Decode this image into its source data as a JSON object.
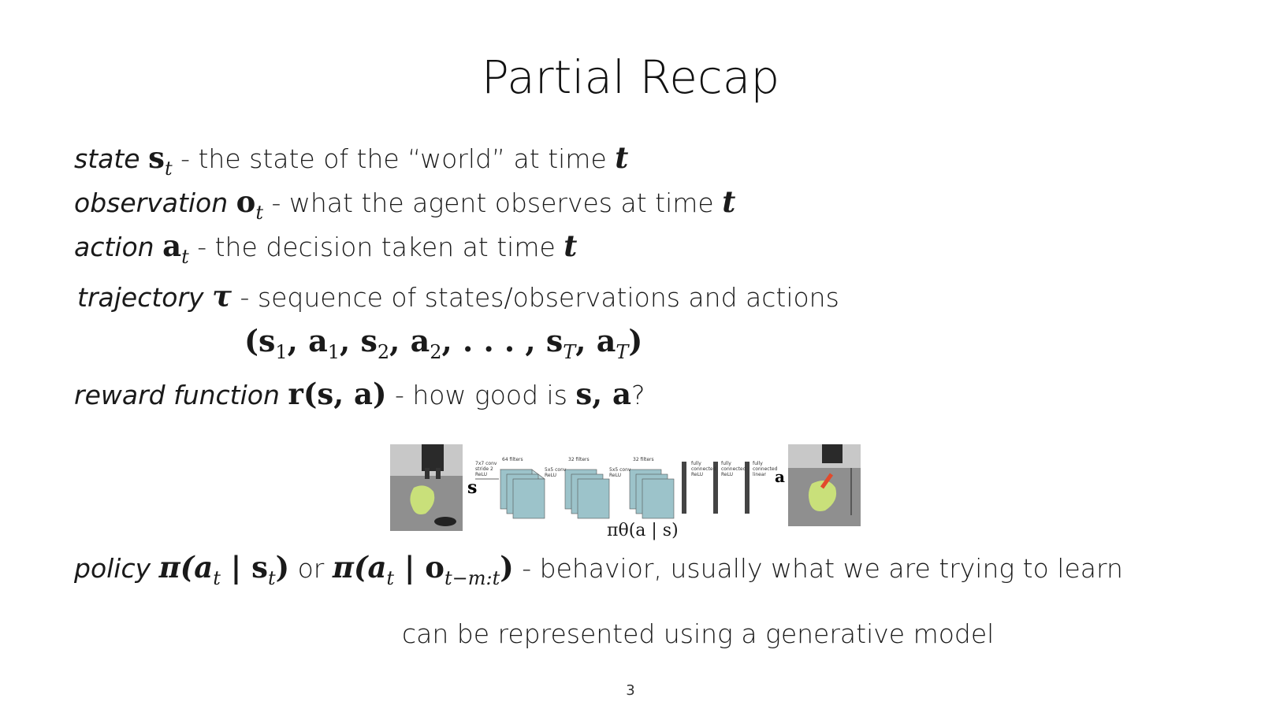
{
  "title": "Partial Recap",
  "state": {
    "term": "state",
    "sym": "s",
    "sub": "t",
    "text": " - the state of the “world” at time ",
    "t": "t"
  },
  "observation": {
    "term": "observation",
    "sym": "o",
    "sub": "t",
    "text": " - what the agent observes at time ",
    "t": "t"
  },
  "action": {
    "term": "action",
    "sym": "a",
    "sub": "t",
    "text": " - the decision taken at time ",
    "t": "t"
  },
  "trajectory": {
    "term": "trajectory",
    "sym": "τ",
    "text": " - sequence of states/observations and actions"
  },
  "sequence": {
    "open": "(s",
    "s1": "1",
    "a": ", a",
    "a1": "1",
    "s2pre": ", s",
    "s2": "2",
    "a2pre": ", a",
    "a2": "2",
    "mid": ", . . . , s",
    "sT": "T",
    "aTpre": ", a",
    "aT": "T",
    "close": ")"
  },
  "reward": {
    "term": "reward function",
    "sym": "r(s, a)",
    "text": " - how good is ",
    "pair": "s, a",
    "q": "?"
  },
  "figure": {
    "input_label": "s",
    "output_label": "a",
    "caption": "πθ(a | s)",
    "layers": [
      "7x7 conv stride 2 ReLU",
      "64 filters",
      "5x5 conv ReLU",
      "32 filters",
      "5x5 conv ReLU",
      "32 filters",
      "fully connected ReLU",
      "fully connected ReLU",
      "fully connected linear"
    ]
  },
  "policy": {
    "term": "policy",
    "p1": "π(a",
    "sub1": "t",
    "bar1": " | s",
    "sub2": "t",
    "close1": ")",
    "or": " or ",
    "p2": "π(a",
    "sub3": "t",
    "bar2": " | o",
    "sub4": "t−m:t",
    "close2": ")",
    "text": " - behavior, usually what we are trying to learn"
  },
  "note": "can be represented using a generative model",
  "page_number": "3",
  "colors": {
    "conv_fill": "#9cc3ca",
    "arrow": "#e24a2c"
  }
}
